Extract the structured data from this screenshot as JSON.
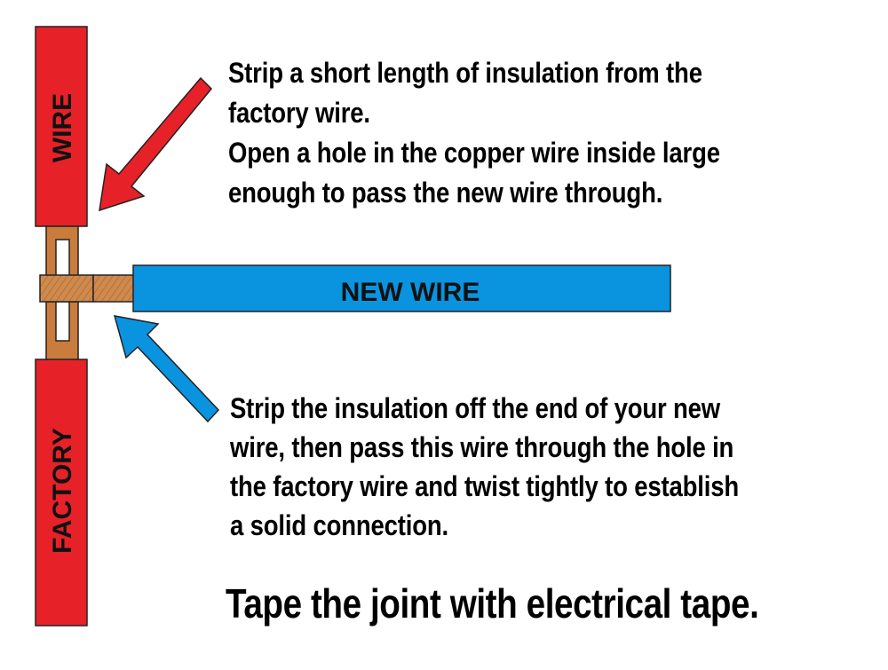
{
  "labels": {
    "factory_wire_top": "WIRE",
    "factory_wire_bottom": "FACTORY",
    "new_wire": "NEW WIRE"
  },
  "instructions": {
    "top": [
      "Strip a short length of insulation from the",
      "factory wire.",
      "Open a  hole in the copper wire inside large",
      "enough to pass the new wire through."
    ],
    "bottom": [
      "Strip the insulation off the end of your new",
      "wire, then pass this wire through the hole in",
      "the factory wire and twist tightly to establish",
      "a solid connection."
    ],
    "tape": "Tape the joint with electrical tape."
  },
  "colors": {
    "factory_wire": "#e62128",
    "new_wire": "#0a94e0",
    "copper": "#c97c3c",
    "copper_light": "#d9945a",
    "arrow_red": "#e62128",
    "arrow_blue": "#0a94e0",
    "outline": "#222222"
  }
}
